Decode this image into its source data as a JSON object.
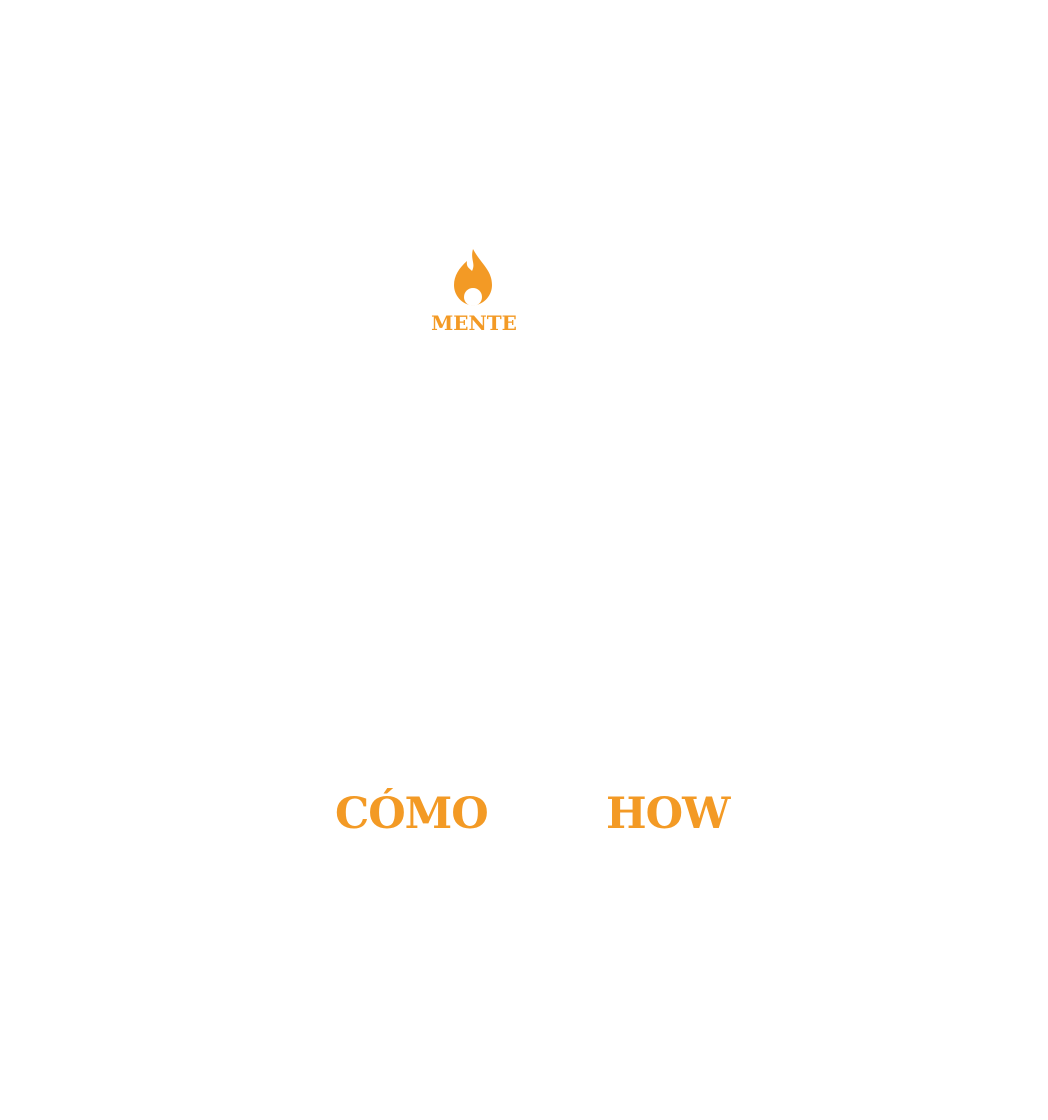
{
  "colors": {
    "accent": "#F39A25",
    "background": "#FFFFFF"
  },
  "logo": {
    "icon": "flame-icon",
    "word": "MENTE"
  },
  "headings": {
    "spanish": "CÓMO",
    "english": "HOW"
  }
}
